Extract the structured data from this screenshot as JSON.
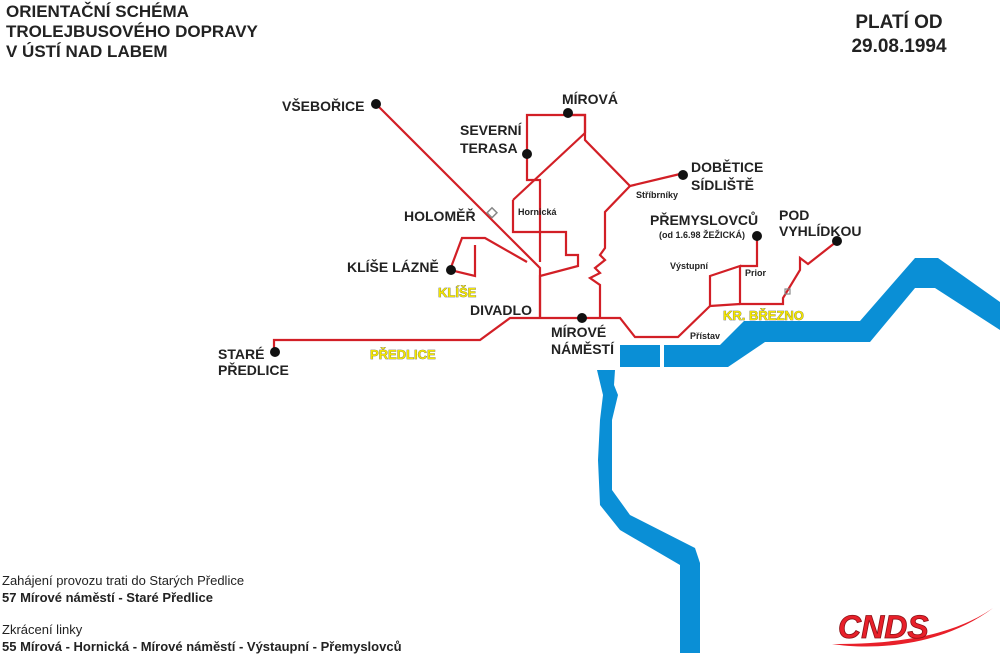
{
  "header": {
    "title_lines": [
      "ORIENTAČNÍ SCHÉMA",
      "TROLEJBUSOVÉHO DOPRAVY",
      "V ÚSTÍ NAD LABEM"
    ],
    "valid_label": "PLATÍ OD",
    "valid_date": "29.08.1994"
  },
  "stops": {
    "vseborice": "VŠEBOŘICE",
    "mirova": "MÍROVÁ",
    "severni_1": "SEVERNÍ",
    "severni_2": "TERASA",
    "dobetice_1": "DOBĚTICE",
    "dobetice_2": "SÍDLIŠTĚ",
    "holomer": "HOLOMĚŘ",
    "premyslovcu": "PŘEMYSLOVCŮ",
    "premyslovcu_note": "(od 1.6.98 ŽEŽICKÁ)",
    "pod_1": "POD",
    "pod_2": "VYHLÍDKOU",
    "klise_lazne": "KLÍŠE LÁZNĚ",
    "divadlo": "DIVADLO",
    "mirove_1": "MÍROVÉ",
    "mirove_2": "NÁMĚSTÍ",
    "stare_1": "STARÉ",
    "stare_2": "PŘEDLICE"
  },
  "small_labels": {
    "hornicka": "Hornická",
    "stribrniky": "Stříbrníky",
    "vystupni": "Výstupní",
    "prior": "Prior",
    "pristav": "Přístav"
  },
  "districts": {
    "klise": "KLÍŠE",
    "predlice": "PŘEDLICE",
    "brezno": "KR. BŘEZNO"
  },
  "notes": {
    "line1": "Zahájení provozu trati do Starých Předlice",
    "line2": "57 Mírové náměstí - Staré Předlice",
    "line3": "Zkrácení linky",
    "line4": "55 Mírová - Hornická - Mírové náměstí - Výstaupní - Přemyslovců"
  },
  "logo": {
    "text": "CNDS"
  },
  "colors": {
    "route": "#d21f26",
    "river": "#0a8fd6",
    "district_text": "#f3e600",
    "stop": "#111111",
    "logo": "#e8202a"
  }
}
